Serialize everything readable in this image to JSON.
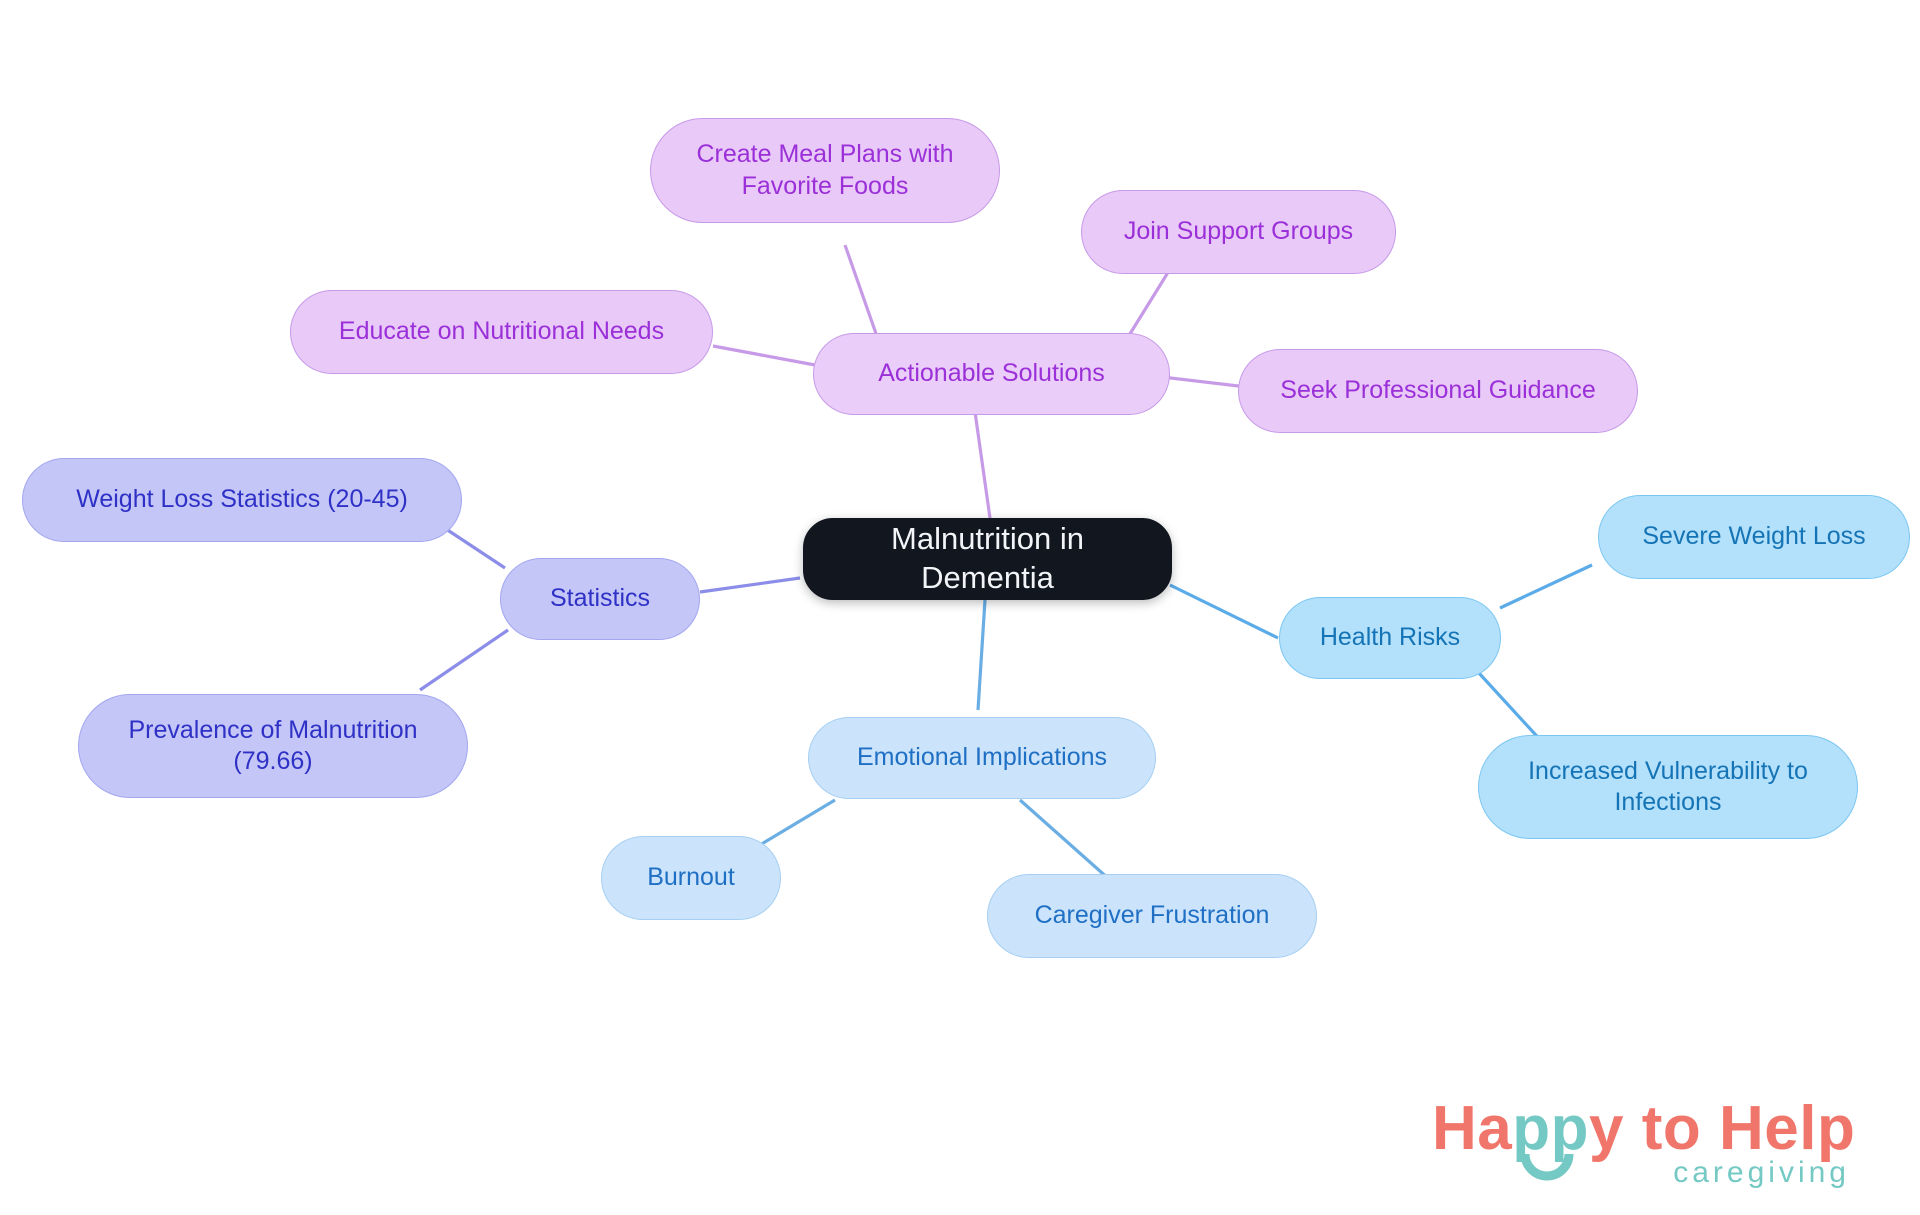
{
  "diagram": {
    "type": "mind-map",
    "root": {
      "label": "Malnutrition in Dementia"
    },
    "branches": [
      {
        "id": "actionable-solutions",
        "label": "Actionable Solutions",
        "color": "#e8c9f7",
        "text_color": "#9b30d9",
        "edge_color": "#c79ae8",
        "children": [
          {
            "label": "Create Meal Plans with\nFavorite Foods"
          },
          {
            "label": "Join Support Groups"
          },
          {
            "label": "Educate on Nutritional Needs"
          },
          {
            "label": "Seek Professional Guidance"
          }
        ]
      },
      {
        "id": "statistics",
        "label": "Statistics",
        "color": "#c3c6f7",
        "text_color": "#2f31c6",
        "edge_color": "#8b8de8",
        "children": [
          {
            "label": "Weight Loss Statistics (20-45)"
          },
          {
            "label": "Prevalence of Malnutrition\n(79.66)"
          }
        ]
      },
      {
        "id": "health-risks",
        "label": "Health Risks",
        "color": "#b3e0fb",
        "text_color": "#1574b5",
        "edge_color": "#5aabe8",
        "children": [
          {
            "label": "Severe Weight Loss"
          },
          {
            "label": "Increased Vulnerability to\nInfections"
          }
        ]
      },
      {
        "id": "emotional-implications",
        "label": "Emotional Implications",
        "color": "#cbe4fb",
        "text_color": "#1f6fc4",
        "edge_color": "#6aaee4",
        "children": [
          {
            "label": "Burnout"
          },
          {
            "label": "Caregiver Frustration"
          }
        ]
      }
    ]
  },
  "logo": {
    "word_happy_ha": "Ha",
    "word_happy_pp": "pp",
    "word_happy_y": "y",
    "word_to_help": " to Help",
    "tagline": "caregiving",
    "coral": "#f0756a",
    "teal": "#74c9c4"
  }
}
